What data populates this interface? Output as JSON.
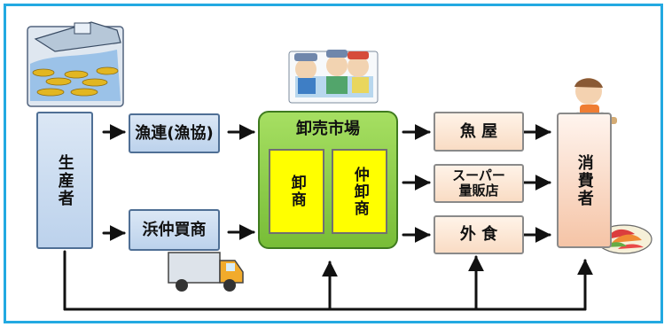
{
  "diagram": {
    "producer": "生産者",
    "fishery_union": "漁連(漁協)",
    "beach_buyer": "浜仲買商",
    "market": "卸売市場",
    "wholesaler": "卸商",
    "intermediate": "仲卸商",
    "fish_shop": "魚 屋",
    "super_market": "スーパー\n量販店",
    "food_service": "外 食",
    "consumer": "消費者"
  }
}
